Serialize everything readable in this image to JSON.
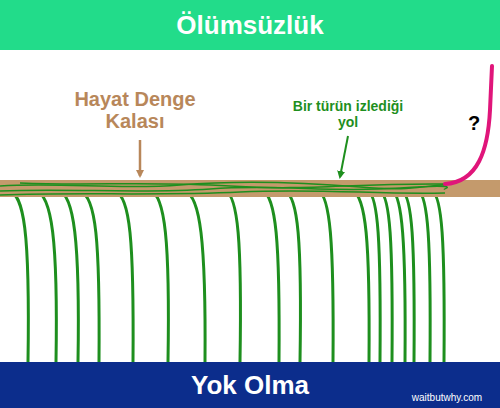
{
  "diagram": {
    "nodes": [
      {
        "text": [
          "Ölümsüzlük"
        ]
      },
      {
        "text": [
          "Yok Olma"
        ]
      }
    ],
    "labels": [
      "Hayat Denge Kalası",
      "Bir türün izlediği yol",
      "?",
      "waitbutwhy.com"
    ]
  }
}
